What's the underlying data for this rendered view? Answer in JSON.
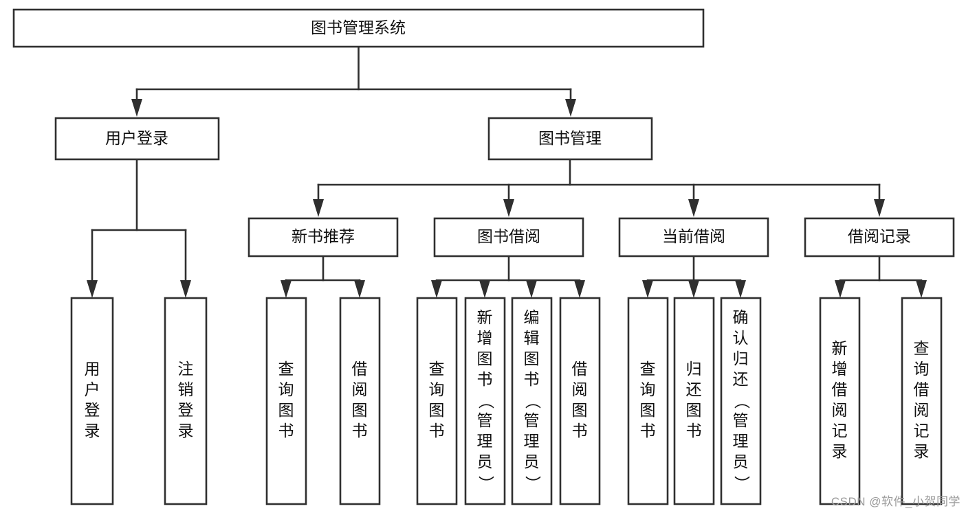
{
  "diagram": {
    "title": "图书管理系统",
    "type": "tree",
    "orientation": "top-down",
    "background_color": "#ffffff",
    "box_stroke_color": "#2f2f2f",
    "text_color": "#111111",
    "connector_color": "#2f2f2f",
    "root": {
      "id": "root",
      "label": "图书管理系统",
      "text_orientation": "horizontal"
    },
    "level2": [
      {
        "id": "user-login",
        "label": "用户登录",
        "text_orientation": "horizontal"
      },
      {
        "id": "book-management",
        "label": "图书管理",
        "text_orientation": "horizontal"
      }
    ],
    "level3": [
      {
        "id": "new-book-recommend",
        "label": "新书推荐",
        "parent": "book-management",
        "text_orientation": "horizontal"
      },
      {
        "id": "book-borrow",
        "label": "图书借阅",
        "parent": "book-management",
        "text_orientation": "horizontal"
      },
      {
        "id": "current-borrow",
        "label": "当前借阅",
        "parent": "book-management",
        "text_orientation": "horizontal"
      },
      {
        "id": "borrow-record",
        "label": "借阅记录",
        "parent": "book-management",
        "text_orientation": "horizontal"
      }
    ],
    "leaves": [
      {
        "id": "leaf-user-login",
        "label": "用户登录",
        "parent": "user-login",
        "text_orientation": "vertical",
        "chars": [
          "用",
          "户",
          "登",
          "录"
        ]
      },
      {
        "id": "leaf-logout",
        "label": "注销登录",
        "parent": "user-login",
        "text_orientation": "vertical",
        "chars": [
          "注",
          "销",
          "登",
          "录"
        ]
      },
      {
        "id": "leaf-query-book-recommend",
        "label": "查询图书",
        "parent": "new-book-recommend",
        "text_orientation": "vertical",
        "chars": [
          "查",
          "询",
          "图",
          "书"
        ]
      },
      {
        "id": "leaf-borrow-book-recommend",
        "label": "借阅图书",
        "parent": "new-book-recommend",
        "text_orientation": "vertical",
        "chars": [
          "借",
          "阅",
          "图",
          "书"
        ]
      },
      {
        "id": "leaf-query-book-borrow",
        "label": "查询图书",
        "parent": "book-borrow",
        "text_orientation": "vertical",
        "chars": [
          "查",
          "询",
          "图",
          "书"
        ]
      },
      {
        "id": "leaf-add-book-admin",
        "label": "新增图书（管理员）",
        "parent": "book-borrow",
        "text_orientation": "vertical",
        "chars": [
          "新",
          "增",
          "图",
          "书",
          "（",
          "管",
          "理",
          "员",
          "）"
        ]
      },
      {
        "id": "leaf-edit-book-admin",
        "label": "编辑图书（管理员）",
        "parent": "book-borrow",
        "text_orientation": "vertical",
        "chars": [
          "编",
          "辑",
          "图",
          "书",
          "（",
          "管",
          "理",
          "员",
          "）"
        ]
      },
      {
        "id": "leaf-borrow-book",
        "label": "借阅图书",
        "parent": "book-borrow",
        "text_orientation": "vertical",
        "chars": [
          "借",
          "阅",
          "图",
          "书"
        ]
      },
      {
        "id": "leaf-query-book-current",
        "label": "查询图书",
        "parent": "current-borrow",
        "text_orientation": "vertical",
        "chars": [
          "查",
          "询",
          "图",
          "书"
        ]
      },
      {
        "id": "leaf-return-book",
        "label": "归还图书",
        "parent": "current-borrow",
        "text_orientation": "vertical",
        "chars": [
          "归",
          "还",
          "图",
          "书"
        ]
      },
      {
        "id": "leaf-confirm-return-admin",
        "label": "确认归还（管理员）",
        "parent": "current-borrow",
        "text_orientation": "vertical",
        "chars": [
          "确",
          "认",
          "归",
          "还",
          "（",
          "管",
          "理",
          "员",
          "）"
        ]
      },
      {
        "id": "leaf-add-borrow-record",
        "label": "新增借阅记录",
        "parent": "borrow-record",
        "text_orientation": "vertical",
        "chars": [
          "新",
          "增",
          "借",
          "阅",
          "记",
          "录"
        ]
      },
      {
        "id": "leaf-query-borrow-record",
        "label": "查询借阅记录",
        "parent": "borrow-record",
        "text_orientation": "vertical",
        "chars": [
          "查",
          "询",
          "借",
          "阅",
          "记",
          "录"
        ]
      }
    ]
  },
  "watermark": {
    "text": "CSDN @软件_小贺同学"
  }
}
